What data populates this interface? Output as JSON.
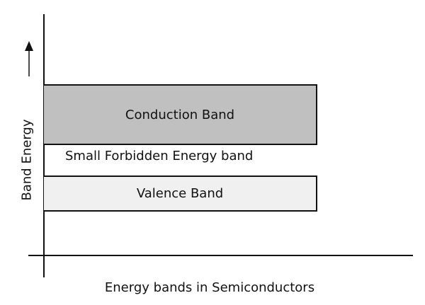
{
  "diagram": {
    "title": "Energy bands in Semiconductors",
    "y_axis_label": "Band Energy",
    "y_axis_arrow": "up-arrow",
    "bands": [
      {
        "label": "Conduction Band",
        "fill": "#c0c0c0"
      },
      {
        "label": "Small Forbidden Energy band",
        "fill": "#ffffff"
      },
      {
        "label": "Valence Band",
        "fill": "#f0f0f0"
      }
    ],
    "colors": {
      "line": "#111111",
      "background": "#ffffff"
    }
  }
}
